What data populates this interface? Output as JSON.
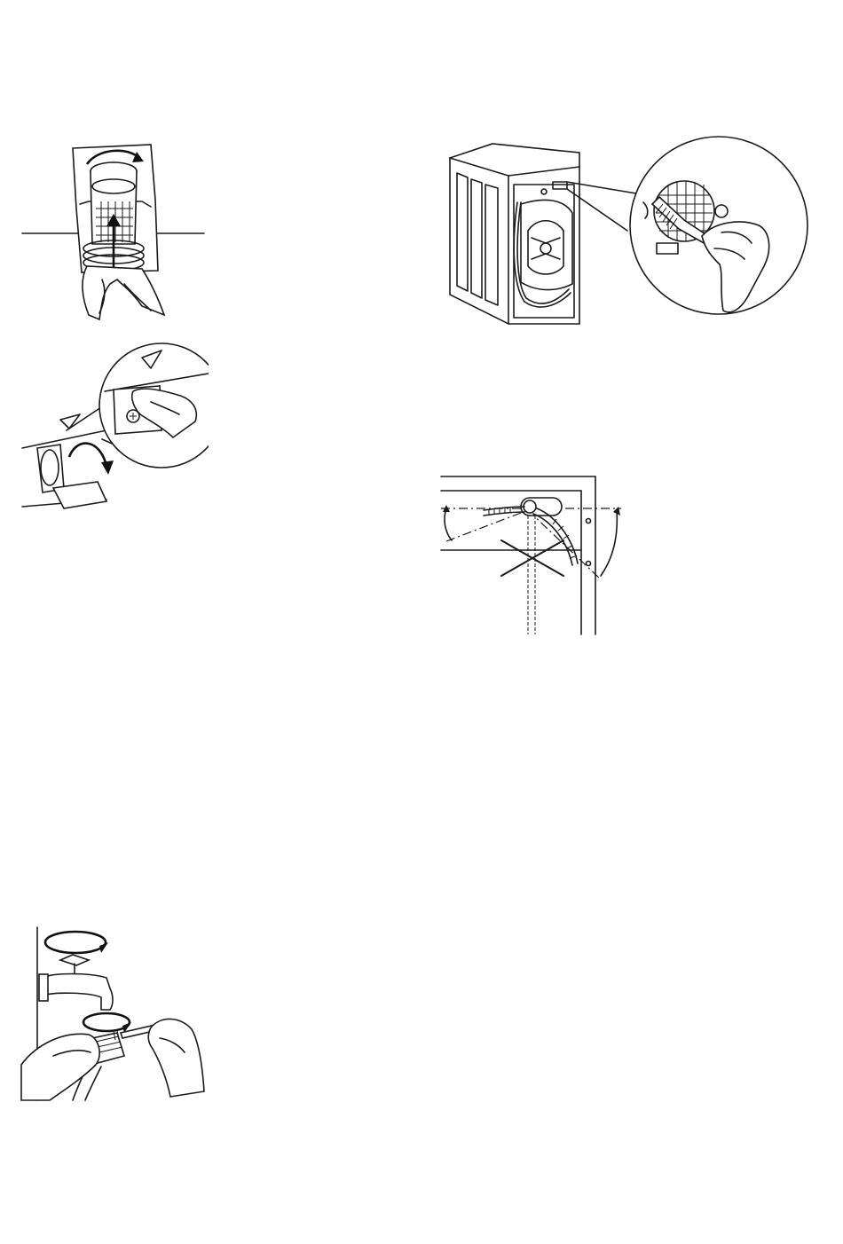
{
  "page": {
    "background": "#ffffff",
    "line_color": "#1a1a1a"
  },
  "figures": [
    {
      "name": "filter-removal-figure",
      "icon": "drain-filter-unscrew-icon"
    },
    {
      "name": "filter-cover-figure",
      "icon": "filter-cover-open-icon"
    },
    {
      "name": "rear-filter-cleaning-figure",
      "icon": "brush-filter-icon"
    },
    {
      "name": "drain-hose-angle-figure",
      "icon": "hose-angle-warning-icon"
    },
    {
      "name": "tap-filter-cleaning-figure",
      "icon": "inlet-tap-filter-icon"
    }
  ]
}
